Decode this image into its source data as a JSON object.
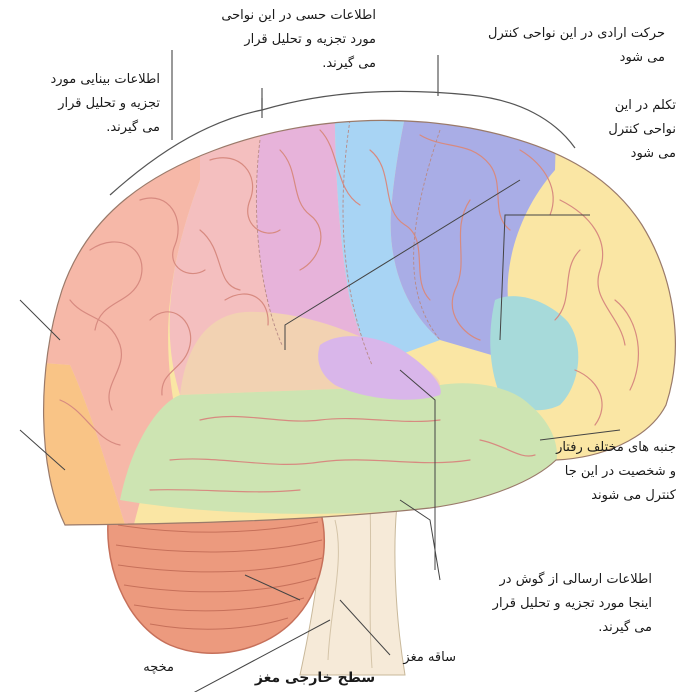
{
  "labels": {
    "sensory": "اطلاعات حسی در این نواحی\nمورد تجزیه و تحلیل قرار\nمی گیرند.",
    "motor": "حرکت ارادی در این نواحی کنترل\nمی شود",
    "visual": "اطلاعات بینایی مورد\nتجزیه و تحلیل قرار\nمی گیرند.",
    "speech": "تکلم در این\nنواحی کنترل\nمی شود",
    "personality": "جنبه های مختلف رفتار\nو شخصیت در این جا\nکنترل می شوند",
    "hearing": "اطلاعات ارسالی از گوش در\nاینجا مورد تجزیه و تحلیل قرار\nمی گیرند.",
    "brainstem": "ساقه مغز",
    "cerebellum": "مخچه",
    "caption": "سطح خارجی مغز"
  },
  "colors": {
    "occipital": "#f6b8a8",
    "occipital_back": "#f9c486",
    "parietal": "#f4bfbf",
    "sensory": "#e7b3da",
    "motor_top": "#a8d4f4",
    "motor": "#a9ade6",
    "frontal": "#fae6a4",
    "speech": "#a7dada",
    "temporal": "#cde4b2",
    "auditory": "#d9b6ea",
    "insula": "#f2d2b2",
    "cerebellum": "#ec9a7e",
    "brainstem": "#f6ead8",
    "fold": "#d78a80",
    "pointer": "#444444"
  }
}
